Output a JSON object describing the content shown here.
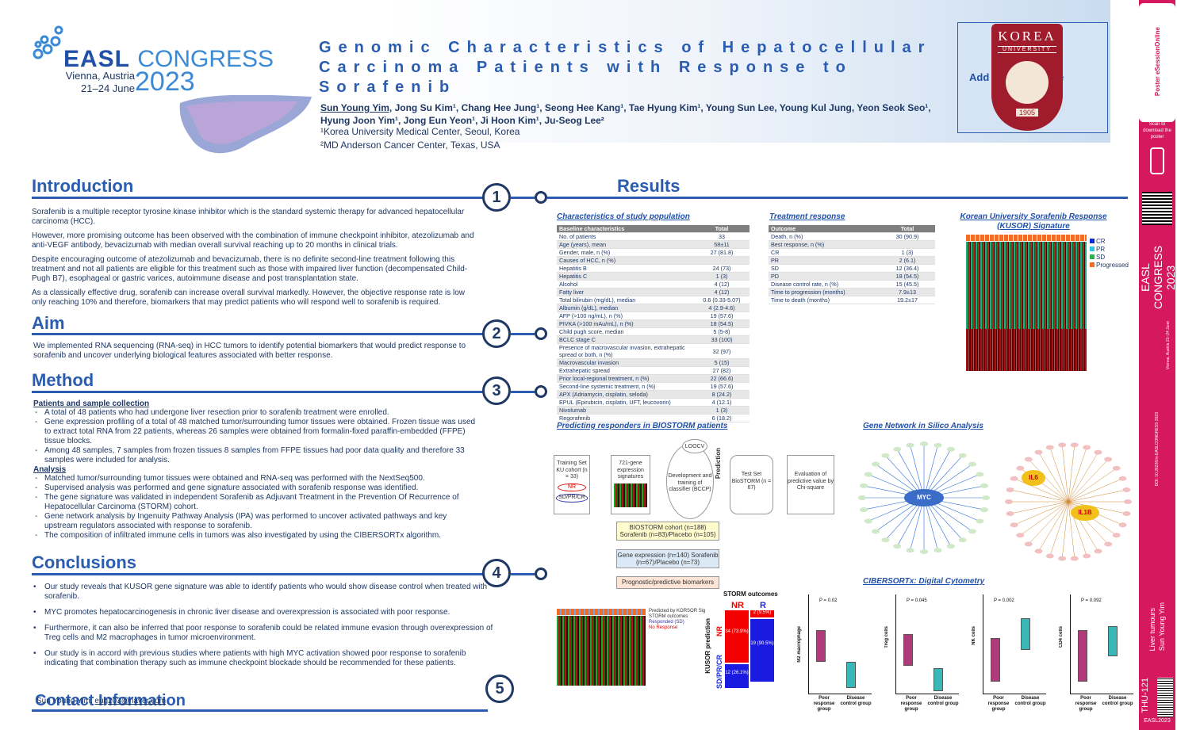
{
  "header": {
    "easl": "EASL",
    "congress": "CONGRESS",
    "city": "Vienna, Austria",
    "dates": "21–24 June",
    "year": "2023",
    "title": "Genomic Characteristics of Hepatocellular Carcinoma Patients with Response to Sorafenib",
    "authors_lead": "Sun Young Yim",
    "authors_rest": ", Jong Su Kim¹, Chang Hee Jung¹, Seong Hee Kang¹, Tae Hyung Kim¹, Young Sun Lee, Young Kul Jung, Yeon Seok Seo¹, Hyung Joon Yim¹, Jong Eun Yeon¹, Ji Hoon Kim¹, Ju-Seog Lee²",
    "aff1": "¹Korea University Medical Center, Seoul, Korea",
    "aff2": "²MD Anderson Cancer Center, Texas, USA",
    "logo_placeholder": "Add your logo here",
    "seal_top": "KOREA",
    "seal_mid": "UNIVERSITY",
    "seal_year": "1905"
  },
  "sections": {
    "intro": "Introduction",
    "aim": "Aim",
    "method": "Method",
    "conclusions": "Conclusions",
    "contact": "Contact Information",
    "results": "Results",
    "n1": "1",
    "n2": "2",
    "n3": "3",
    "n4": "4",
    "n5": "5"
  },
  "intro": {
    "p1": "Sorafenib is a multiple receptor tyrosine kinase inhibitor which is the standard systemic therapy for advanced hepatocellular carcinoma (HCC).",
    "p2": "However, more promising outcome has been observed with the combination of immune checkpoint inhibitor, atezolizumab and anti-VEGF antibody, bevacizumab with median overall survival reaching up to 20 months in clinical trials.",
    "p3": "Despite encouraging outcome of atezolizumab and bevacizumab, there is no definite second-line treatment following this treatment and not all patients are eligible for this treatment such as those with impaired liver function (decompensated Child-Pugh B7), esophageal or gastric varices, autoimmune disease and post transplantation state.",
    "p4": "As a classically effective drug, sorafenib can increase overall survival markedly. However, the objective response rate is low only reaching 10% and therefore, biomarkers that may predict patients who will respond well to sorafenib is required."
  },
  "aim": {
    "p1": "We implemented RNA sequencing (RNA-seq) in HCC tumors to identify potential biomarkers that would predict response to sorafenib and uncover underlying biological features associated with better response."
  },
  "method": {
    "sub1": "Patients and sample collection",
    "l1": [
      "A total of 48 patients who had undergone liver resection prior to sorafenib treatment were enrolled.",
      "Gene expression profiling of a total of 48 matched tumor/surrounding tumor tissues were obtained. Frozen tissue was used to extract total RNA from 22 patients, whereas 26 samples were obtained from formalin-fixed paraffin-embedded (FFPE) tissue blocks.",
      "Among 48 samples, 7 samples from frozen tissues 8 samples from FFPE tissues had poor data quality and therefore 33 samples were included for analysis."
    ],
    "sub2": "Analysis",
    "l2": [
      "Matched tumor/surrounding tumor tissues were obtained and RNA-seq was performed with the NextSeq500.",
      "Supervised analysis was performed and gene signature associated with sorafenib response was identified.",
      "The gene signature was validated in independent Sorafenib as Adjuvant Treatment in the Prevention Of Recurrence of Hepatocellular Carcinoma (STORM) cohort.",
      "Gene network analysis by Ingenuity Pathway Analysis (IPA) was performed to uncover activated pathways and key upstream regulators associated with response to sorafenib.",
      "The composition of infiltrated immune cells in tumors was also investigated by using the CIBERSORTx algorithm."
    ]
  },
  "conclusions": [
    "Our study reveals that KUSOR gene signature was able to identify patients who would show disease control when treated with sorafenib.",
    "MYC promotes hepatocarcinogenesis in chronic liver disease and overexpression is associated with poor response.",
    "Furthermore, it can also be inferred that poor response to sorafenib could be related immune evasion through overexpression of Treg cells and M2 macrophages in tumor microenvironment.",
    "Our study is in accord with previous studies where patients with high MYC activation showed poor response to sorafenib indicating that combination therapy such as immune checkpoint blockade should be recommended for these patients."
  ],
  "contact": {
    "name": "Sun Young Yim, ",
    "email": "eug203@naver.com"
  },
  "results": {
    "t1_title": "Characteristics of study population",
    "t2_title": "Treatment response",
    "kusor_title": "Korean University Sorafenib Response (KUSOR) Signature",
    "predict_title": "Predicting responders in BIOSTORM patients",
    "network_title": "Gene Network in Silico Analysis",
    "cibersort_title": "CIBERSORTx: Digital Cytometry",
    "legend": [
      "CR",
      "PR",
      "SD",
      "Progressed"
    ],
    "legend_colors": [
      "#0a2bd6",
      "#28c6e8",
      "#2ab34a",
      "#f26c28"
    ]
  },
  "table1": {
    "head": [
      "Baseline characteristics",
      "Total"
    ],
    "rows": [
      [
        "No. of patients",
        "33"
      ],
      [
        "Age (years), mean",
        "58±11"
      ],
      [
        "Gender, male, n (%)",
        "27 (81.8)"
      ],
      [
        "Causes of HCC, n (%)",
        ""
      ],
      [
        "  Hepatitis B",
        "24 (73)"
      ],
      [
        "  Hepatitis C",
        "1 (3)"
      ],
      [
        "  Alcohol",
        "4 (12)"
      ],
      [
        "  Fatty liver",
        "4 (12)"
      ],
      [
        "Total bilirubin (mg/dL), median",
        "0.6 (0.33-5.07)"
      ],
      [
        "Albumin (g/dL), median",
        "4 (2.9-4.6)"
      ],
      [
        "AFP (>100 ng/mL), n (%)",
        "19 (57.6)"
      ],
      [
        "PIVKA (>100 mAu/mL), n (%)",
        "18 (54.5)"
      ],
      [
        "Child pugh score, median",
        "5 (5-8)"
      ],
      [
        "BCLC stage C",
        "33 (100)"
      ],
      [
        "Presence of macrovascular invasion, extrahepatic spread or both, n (%)",
        "32 (97)"
      ],
      [
        "  Macrovascular invasion",
        "5 (15)"
      ],
      [
        "  Extrahepatic spread",
        "27 (82)"
      ],
      [
        "Prior local-regional treatment, n (%)",
        "22 (66.6)"
      ],
      [
        "Second-line systemic treatment, n (%)",
        "19 (57.6)"
      ],
      [
        "  APX (Adriamycin, cisplatin, seloda)",
        "8 (24.2)"
      ],
      [
        "  EPUL (Epirubicin, cisplatin, UFT, leucovorin)",
        "4 (12.1)"
      ],
      [
        "  Nivolumab",
        "1 (3)"
      ],
      [
        "  Regorafenib",
        "6 (18.2)"
      ]
    ]
  },
  "table2": {
    "head": [
      "Outcome",
      "Total"
    ],
    "rows": [
      [
        "Death, n (%)",
        "30 (90.9)"
      ],
      [
        "Best response, n (%)",
        ""
      ],
      [
        "  CR",
        "1 (3)"
      ],
      [
        "  PR",
        "2 (6.1)"
      ],
      [
        "  SD",
        "12 (36.4)"
      ],
      [
        "  PD",
        "18 (54.5)"
      ],
      [
        "Disease control rate, n (%)",
        "15 (45.5)"
      ],
      [
        "Time to progression (months)",
        "7.9±13"
      ],
      [
        "Time to death (months)",
        "19.2±17"
      ]
    ]
  },
  "flow": {
    "b1": "Training Set KU cohort (n = 33)",
    "nr": "NR",
    "sd": "SD/PR/CR",
    "b2": "721-gene expression signatures",
    "b3": "Development and training of classifier (BCCP)",
    "loocv": "LOOCV",
    "pred": "Prediction",
    "b4": "Test Set BioSTORM (n = 67)",
    "b5": "Evaluation of predictive value by Chi-square",
    "c1": "BIOSTORM cohort (n=188) Sorafenib (n=83)/Placebo (n=105)",
    "c2": "Gene expression (n=140) Sorafenib (n=67)/Placebo (n=73)",
    "c3": "Prognostic/predictive biomarkers",
    "hm_legend": "Predicted by KORSOR Sig",
    "hm_sub": "STORM outcomes",
    "hm_l1": "Responded (SD)",
    "hm_l2": "No Response"
  },
  "mosaic": {
    "title": "STORM outcomes",
    "col_nr": "NR",
    "col_r": "R",
    "ylabel": "KUSOR prediction",
    "row_nr": "NR",
    "row_sd": "SD/PR/CR",
    "c11": "34 (73.9%)",
    "c12": "2 (9.5%)",
    "c21": "12 (26.1%)",
    "c22": "19 (90.5%)"
  },
  "network": {
    "hub1": "MYC",
    "hub2": "IL6",
    "hub3": "IL1B"
  },
  "boxes": [
    {
      "ylabel": "M2 macrophage",
      "p": "P = 0.02",
      "g1": "Poor response group",
      "g2": "Disease control group"
    },
    {
      "ylabel": "Treg cells",
      "p": "P = 0.045",
      "g1": "Poor response group",
      "g2": "Disease control group"
    },
    {
      "ylabel": "NK cells",
      "p": "P = 0.002",
      "g1": "Poor response group",
      "g2": "Disease control group"
    },
    {
      "ylabel": "CD4 cells",
      "p": "P = 0.092",
      "g1": "Poor response group",
      "g2": "Disease control group"
    }
  ],
  "sidebar": {
    "poster": "Poster eSessionOnline",
    "scan": "Scan to download the poster",
    "congress": "EASL CONGRESS 2023",
    "city": "Vienna, Austria 21–24 June",
    "doi": "DOI: 10.26226/m.EASLCONGRESS 2023",
    "topic": "Liver tumours",
    "author": "Sun Young Yim",
    "code": "THU-121",
    "foot": "EASL2023"
  }
}
